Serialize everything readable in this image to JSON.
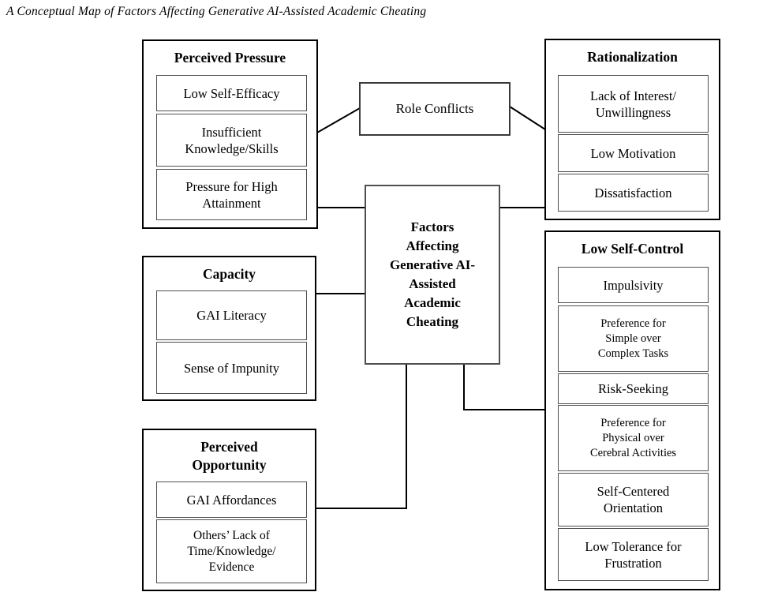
{
  "figure_title": "A Conceptual Map of Factors Affecting Generative AI-Assisted Academic Cheating",
  "central_box": {
    "lines": [
      "Factors",
      "Affecting",
      "Generative AI-",
      "Assisted",
      "Academic",
      "Cheating"
    ]
  },
  "role_conflicts": {
    "label": "Role Conflicts"
  },
  "groups": {
    "perceived_pressure": {
      "title": "Perceived Pressure",
      "items": [
        "Low Self-Efficacy",
        [
          "Insufficient",
          "Knowledge/Skills"
        ],
        [
          "Pressure for High",
          "Attainment"
        ]
      ]
    },
    "rationalization": {
      "title": "Rationalization",
      "items": [
        [
          "Lack of Interest/",
          "Unwillingness"
        ],
        "Low Motivation",
        "Dissatisfaction"
      ]
    },
    "capacity": {
      "title": "Capacity",
      "items": [
        "GAI Literacy",
        "Sense of Impunity"
      ]
    },
    "perceived_opportunity": {
      "title": [
        "Perceived",
        "Opportunity"
      ],
      "items": [
        "GAI Affordances",
        [
          "Others’ Lack of",
          "Time/Knowledge/",
          "Evidence"
        ]
      ]
    },
    "low_self_control": {
      "title": "Low Self-Control",
      "items": [
        "Impulsivity",
        [
          "Preference for",
          "Simple over",
          "Complex Tasks"
        ],
        "Risk-Seeking",
        [
          "Preference for",
          "Physical over",
          "Cerebral Activities"
        ],
        [
          "Self-Centered",
          "Orientation"
        ],
        [
          "Low Tolerance for",
          "Frustration"
        ]
      ]
    }
  },
  "connections": [
    {
      "from": "perceived-pressure",
      "to": "central"
    },
    {
      "from": "central",
      "to": "rationalization"
    },
    {
      "from": "perceived-pressure",
      "to": "role-conflicts"
    },
    {
      "from": "role-conflicts",
      "to": "rationalization"
    },
    {
      "from": "capacity",
      "to": "central"
    },
    {
      "from": "central",
      "to": "perceived-opportunity"
    },
    {
      "from": "central",
      "to": "low-self-control"
    }
  ],
  "colors": {
    "background": "#ffffff",
    "text": "#000000",
    "outer_border": "#000000",
    "inner_border": "#4f4f4f",
    "connector": "#000000"
  }
}
